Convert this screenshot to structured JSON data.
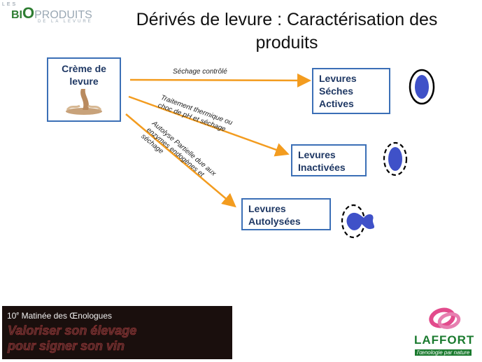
{
  "logo": {
    "les": "LES",
    "brand_bi": "BI",
    "brand_o": "O",
    "brand_rest": "PRODUITS",
    "subline": "DE LA LEVURE"
  },
  "title": "Dérivés de levure : Caractérisation des produits",
  "diagram": {
    "source": "Crème de levure",
    "targets": [
      {
        "id": "lsa",
        "lines": [
          "Levures",
          "Séches",
          "Actives"
        ]
      },
      {
        "id": "li",
        "lines": [
          "Levures",
          "Inactivées"
        ]
      },
      {
        "id": "la",
        "lines": [
          "Levures",
          "Autolysées"
        ]
      }
    ],
    "edge_labels": {
      "drying": "Séchage contrôlé",
      "thermal": [
        "Traitement thermique ou",
        "choc de pH et séchage"
      ],
      "autolysis": [
        "Autolyse Partielle due aux",
        "enzymes endogènes et",
        "séchage"
      ]
    },
    "colors": {
      "arrow": "#f39c1f",
      "box_border": "#3b6fb6",
      "cell": "#3f51c8"
    }
  },
  "footer": {
    "event_number": "10",
    "event_suffix": "e",
    "event_name": " Matinée des Œnologues",
    "slogan_line1": "Valoriser son élevage",
    "slogan_line2": "pour signer son vin"
  },
  "company": {
    "name": "LAFFORT",
    "tagline": "l'œnologie par nature"
  }
}
